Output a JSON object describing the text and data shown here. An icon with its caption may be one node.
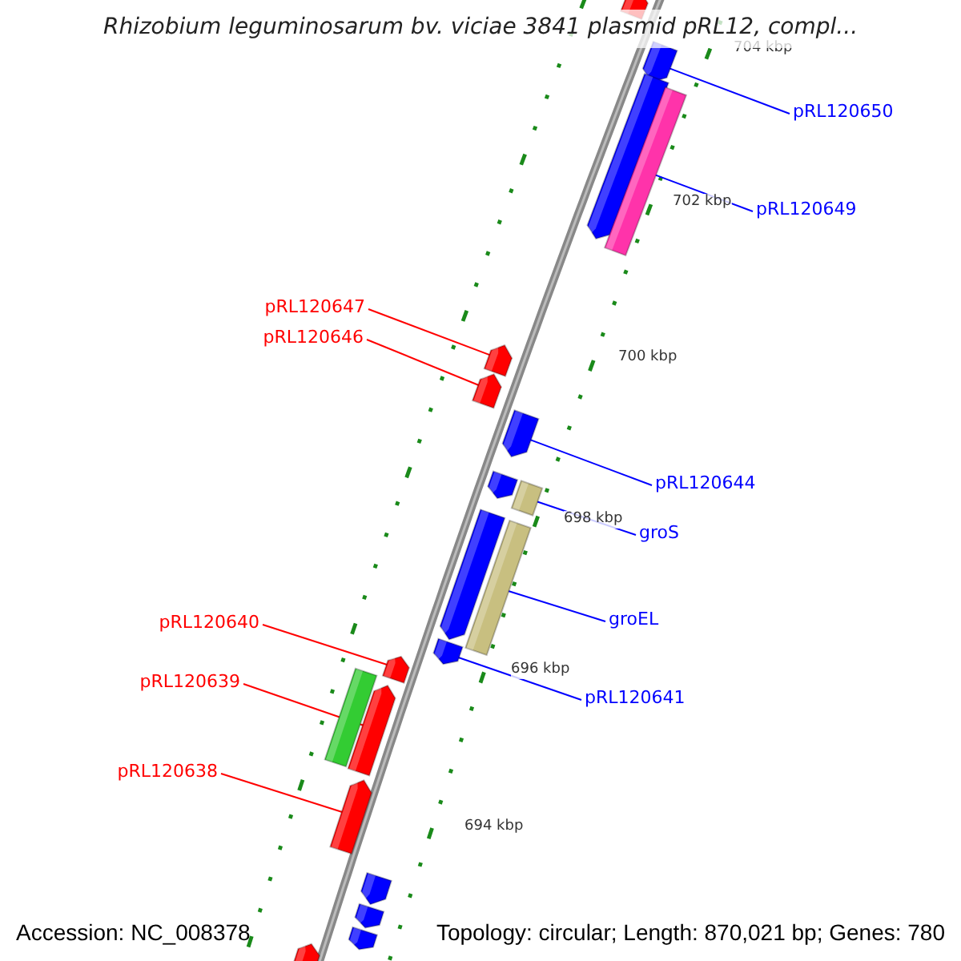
{
  "diagram": {
    "title": "Rhizobium leguminosarum bv. viciae 3841 plasmid pRL12, compl...",
    "nodes": [
      {
        "text": [],
        "shape": "pentagon"
      },
      {
        "text": [],
        "shape": "pentagon"
      },
      {
        "text": [
          "pRL120650"
        ]
      },
      {
        "text": [],
        "shape": "pentagon"
      },
      {
        "text": [],
        "shape": "bar"
      },
      {
        "text": [
          "pRL120649"
        ]
      },
      {
        "text": [
          "pRL120647"
        ]
      },
      {
        "text": [
          "pRL120646"
        ]
      },
      {
        "text": [],
        "shape": "pentagon"
      },
      {
        "text": [],
        "shape": "pentagon"
      },
      {
        "text": [],
        "shape": "pentagon"
      },
      {
        "text": [
          "pRL120644"
        ]
      },
      {
        "text": [],
        "shape": "pentagon"
      },
      {
        "text": [],
        "shape": "bar"
      },
      {
        "text": [
          "groS"
        ]
      },
      {
        "text": [],
        "shape": "pentagon"
      },
      {
        "text": [],
        "shape": "bar"
      },
      {
        "text": [
          "groEL"
        ]
      },
      {
        "text": [
          "pRL120640"
        ]
      },
      {
        "text": [],
        "shape": "pentagon"
      },
      {
        "text": [],
        "shape": "pentagon"
      },
      {
        "text": [
          "pRL120639"
        ]
      },
      {
        "text": [
          "pRL120641"
        ]
      },
      {
        "text": [],
        "shape": "bar"
      },
      {
        "text": [],
        "shape": "pentagon"
      },
      {
        "text": [
          "pRL120638"
        ]
      },
      {
        "text": [],
        "shape": "pentagon"
      },
      {
        "text": [],
        "shape": "pentagon"
      },
      {
        "text": [],
        "shape": "pentagon"
      },
      {
        "text": [],
        "shape": "pentagon"
      },
      {
        "text": [],
        "shape": "pentagon"
      }
    ],
    "edges": [
      {
        "from": 2,
        "to": 1,
        "arrow": "none"
      },
      {
        "from": 5,
        "to": 4,
        "arrow": "none"
      },
      {
        "from": 6,
        "to": 8,
        "arrow": "none",
        "color": "#ff0000"
      },
      {
        "from": 7,
        "to": 9,
        "arrow": "none",
        "color": "#ff0000"
      },
      {
        "from": 11,
        "to": 10,
        "arrow": "none"
      },
      {
        "from": 14,
        "to": 13,
        "arrow": "none"
      },
      {
        "from": 17,
        "to": 16,
        "arrow": "none"
      },
      {
        "from": 22,
        "to": 19,
        "arrow": "none"
      },
      {
        "from": 18,
        "to": 20,
        "arrow": "none",
        "color": "#ff0000"
      },
      {
        "from": 21,
        "to": 24,
        "arrow": "none",
        "color": "#ff0000"
      },
      {
        "from": 25,
        "to": 26,
        "arrow": "none",
        "color": "#ff0000"
      }
    ],
    "labels": [
      "704 kbp",
      "702 kbp",
      "700 kbp",
      "698 kbp",
      "696 kbp",
      "694 kbp",
      "Accession: NC_008378",
      "Topology: circular; Length: 870,021 bp; Genes: 780"
    ]
  }
}
